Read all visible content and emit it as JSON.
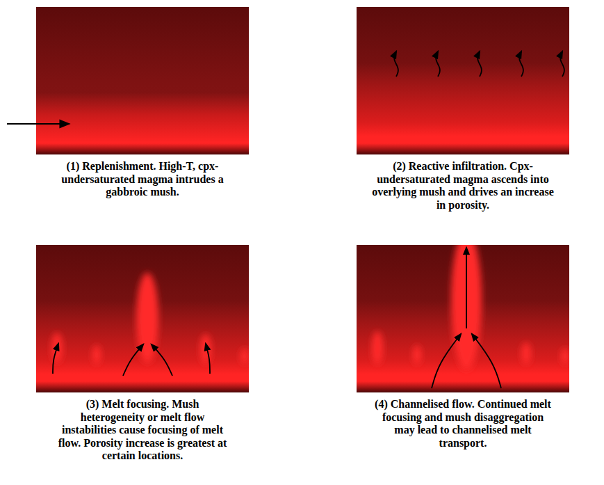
{
  "diagram": {
    "nodes": [
      {
        "text": [
          "(1) Replenishment. High-T, cpx-undersaturated magma intrudes a gabbroic mush."
        ]
      },
      {
        "text": [
          "(2) Reactive infiltration. Cpx-undersaturated magma ascends into overlying mush and drives an increase in porosity."
        ]
      },
      {
        "text": [
          "(3) Melt focusing. Mush heterogeneity or melt flow instabilities cause focusing of melt flow. Porosity increase is greatest at certain locations."
        ]
      },
      {
        "text": [
          "(4) Channelised flow. Continued melt focusing and mush disaggregation may lead to channelised melt transport."
        ]
      }
    ]
  }
}
